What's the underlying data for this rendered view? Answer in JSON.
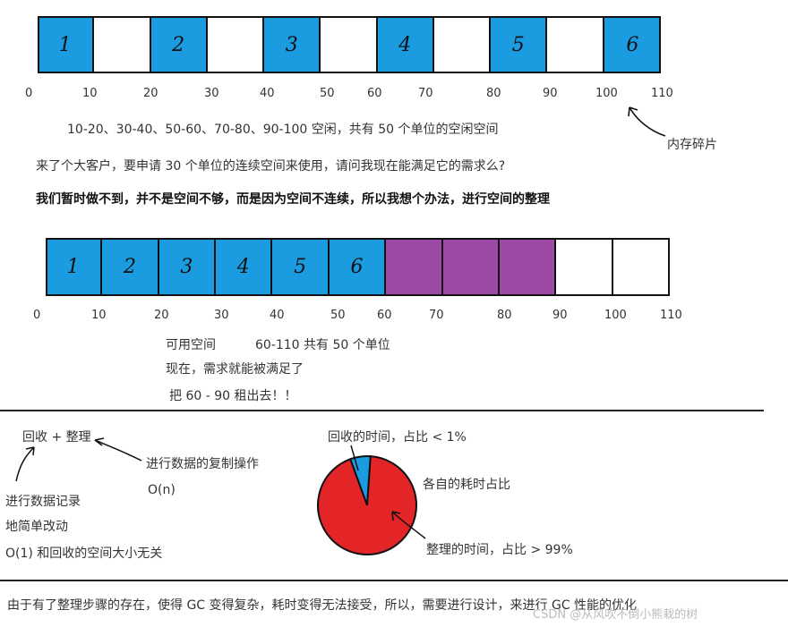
{
  "bar1": {
    "cells": [
      {
        "label": "1",
        "fill": "#1b9be0"
      },
      {
        "label": "",
        "fill": "#ffffff"
      },
      {
        "label": "2",
        "fill": "#1b9be0"
      },
      {
        "label": "",
        "fill": "#ffffff"
      },
      {
        "label": "3",
        "fill": "#1b9be0"
      },
      {
        "label": "",
        "fill": "#ffffff"
      },
      {
        "label": "4",
        "fill": "#1b9be0"
      },
      {
        "label": "",
        "fill": "#ffffff"
      },
      {
        "label": "5",
        "fill": "#1b9be0"
      },
      {
        "label": "",
        "fill": "#ffffff"
      },
      {
        "label": "6",
        "fill": "#1b9be0"
      }
    ],
    "ticks": [
      "0",
      "10",
      "20",
      "30",
      "40",
      "50",
      "60",
      "70",
      "80",
      "90",
      "100",
      "110"
    ]
  },
  "bar2": {
    "cells": [
      {
        "label": "1",
        "fill": "#1b9be0"
      },
      {
        "label": "2",
        "fill": "#1b9be0"
      },
      {
        "label": "3",
        "fill": "#1b9be0"
      },
      {
        "label": "4",
        "fill": "#1b9be0"
      },
      {
        "label": "5",
        "fill": "#1b9be0"
      },
      {
        "label": "6",
        "fill": "#1b9be0"
      },
      {
        "label": "",
        "fill": "#9c4aa6"
      },
      {
        "label": "",
        "fill": "#9c4aa6"
      },
      {
        "label": "",
        "fill": "#9c4aa6"
      },
      {
        "label": "",
        "fill": "#ffffff"
      },
      {
        "label": "",
        "fill": "#ffffff"
      }
    ],
    "ticks": [
      "0",
      "10",
      "20",
      "30",
      "40",
      "50",
      "60",
      "70",
      "80",
      "90",
      "100",
      "110"
    ]
  },
  "text": {
    "free_summary": "10-20、30-40、50-60、70-80、90-100 空闲，共有 50 个单位的空闲空间",
    "fragment_note": "内存碎片",
    "request": "来了个大客户，要申请 30 个单位的连续空间来使用，请问我现在能满足它的需求么?",
    "answer": "我们暂时做不到，并不是空间不够，而是因为空间不连续，所以我想个办法，进行空间的整理",
    "available": "可用空间",
    "available_range": "60-110 共有 50 个单位",
    "now_ok": "现在，需求就能被满足了",
    "rent_out": "把 60 - 90 租出去！！",
    "recycle_compact": "回收 + 整理",
    "copy_op": "进行数据的复制操作",
    "copy_cost": "O(n)",
    "record": "进行数据记录",
    "simple_change": "地简单改动",
    "o1": "O(1) 和回收的空间大小无关",
    "recycle_time": "回收的时间，占比 < 1%",
    "ratio_title": "各自的耗时占比",
    "compact_time": "整理的时间，占比 > 99%",
    "conclusion": "由于有了整理步骤的存在，使得 GC 变得复杂，耗时变得无法接受，所以，需要进行设计，来进行 GC 性能的优化",
    "watermark": "CSDN @从风吹不倒小熊栽的树"
  },
  "chart_data": {
    "type": "pie",
    "title": "各自的耗时占比",
    "categories": [
      "回收的时间",
      "整理的时间"
    ],
    "values": [
      1,
      99
    ],
    "colors": [
      "#1b9be0",
      "#e42528"
    ]
  },
  "colors": {
    "used": "#1b9be0",
    "allocated": "#9c4aa6",
    "free": "#ffffff",
    "pie_recycle": "#1b9be0",
    "pie_compact": "#e42528"
  }
}
